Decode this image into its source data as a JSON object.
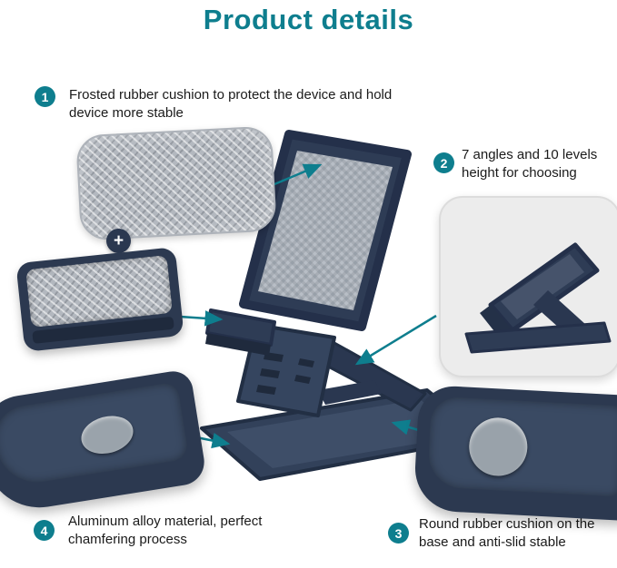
{
  "title": "Product details",
  "colors": {
    "accent_teal": "#0e7e8e",
    "stand_navy": "#2e3c55",
    "pad_gray": "#a7adb5",
    "cushion_gray": "#9aa3ab"
  },
  "callouts": [
    {
      "number": "1",
      "text": "Frosted rubber cushion to protect the device and hold device more stable"
    },
    {
      "number": "2",
      "text": "7 angles and 10 levels height for choosing"
    },
    {
      "number": "3",
      "text": "Round rubber cushion on the base and anti-slid stable"
    },
    {
      "number": "4",
      "text": "Aluminum alloy material, perfect chamfering process"
    }
  ],
  "icons": {
    "plus": "+"
  }
}
